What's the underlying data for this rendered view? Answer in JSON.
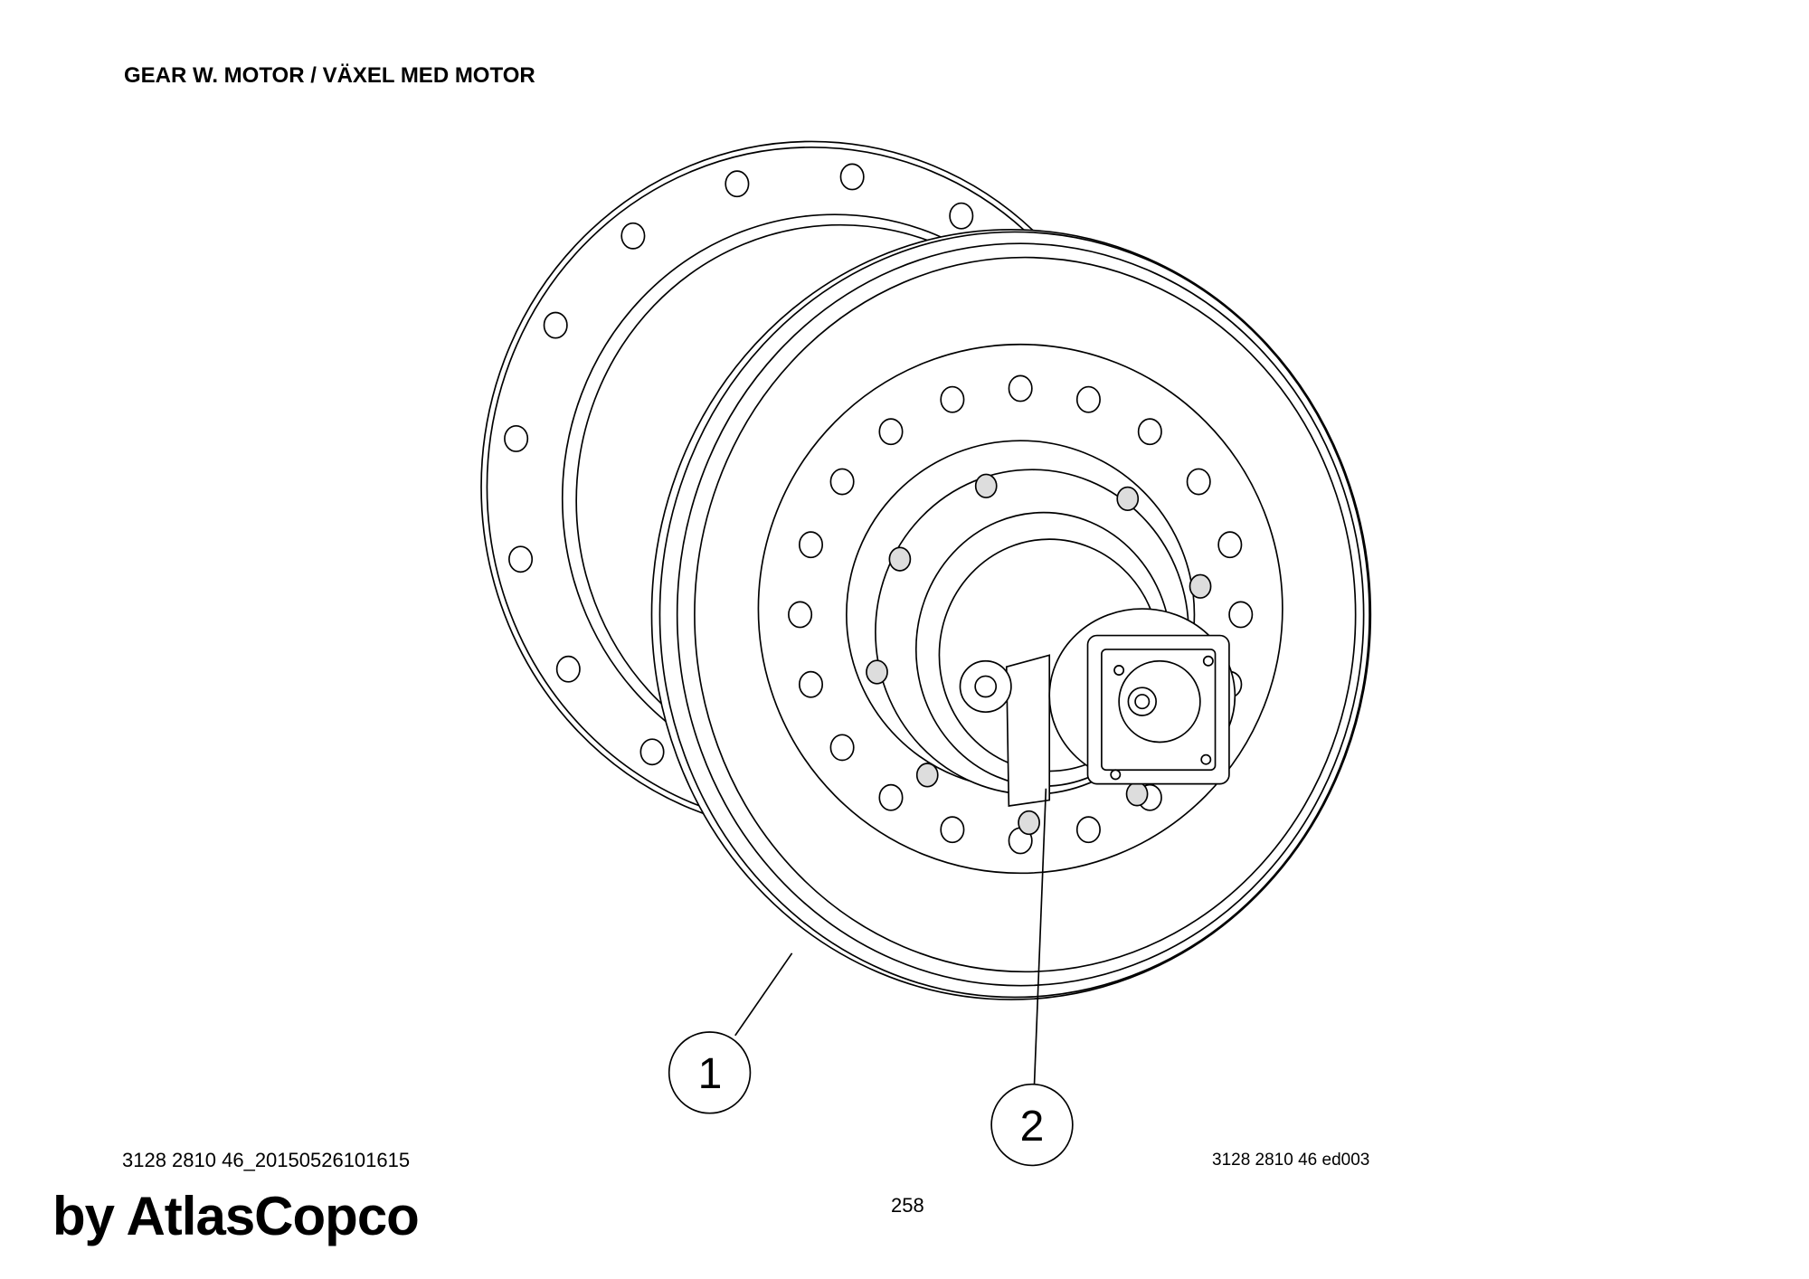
{
  "page": {
    "title": "GEAR W. MOTOR / VÄXEL MED MOTOR",
    "drawing_ref": "3128 2810 46 ed003",
    "document_id": "3128 2810 46_20150526101615",
    "page_number": "258",
    "watermark": "by AtlasCopco"
  },
  "callouts": [
    {
      "label": "1"
    },
    {
      "label": "2"
    }
  ]
}
